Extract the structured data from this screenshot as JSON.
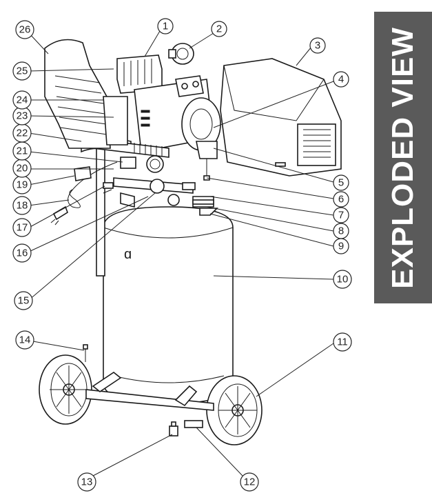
{
  "banner": {
    "title": "EXPLODED VIEW"
  },
  "callouts": [
    "1",
    "2",
    "3",
    "4",
    "5",
    "6",
    "7",
    "8",
    "9",
    "10",
    "11",
    "12",
    "13",
    "14",
    "15",
    "16",
    "17",
    "18",
    "19",
    "20",
    "21",
    "22",
    "23",
    "24",
    "25",
    "26"
  ]
}
